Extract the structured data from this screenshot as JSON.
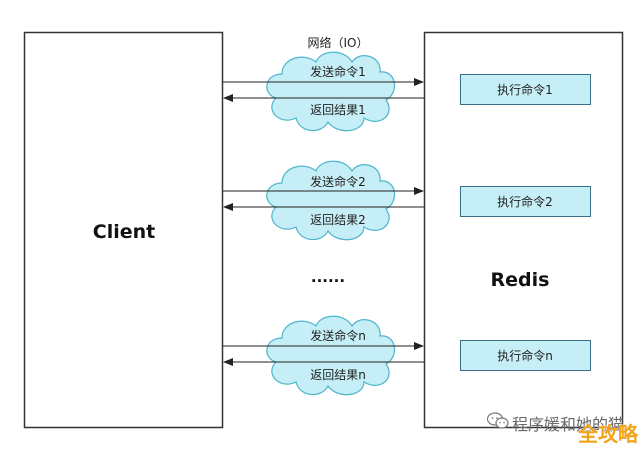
{
  "network_label": "网络（IO）",
  "client_label": "Client",
  "redis_label": "Redis",
  "ellipsis": "......",
  "rounds": [
    {
      "send": "发送命令1",
      "ret": "返回结果1",
      "exec": "执行命令1"
    },
    {
      "send": "发送命令2",
      "ret": "返回结果2",
      "exec": "执行命令2"
    },
    {
      "send": "发送命令n",
      "ret": "返回结果n",
      "exec": "执行命令n"
    }
  ],
  "watermark": {
    "text": "程序媛和她的猫",
    "logo": "全攻略",
    "icon": "wechat-icon"
  },
  "colors": {
    "cloud_fill": "#c6eef6",
    "cloud_stroke": "#4fb5cd",
    "exec_fill": "#c6eef6",
    "exec_stroke": "#3a6f86",
    "box_stroke": "#333333"
  }
}
